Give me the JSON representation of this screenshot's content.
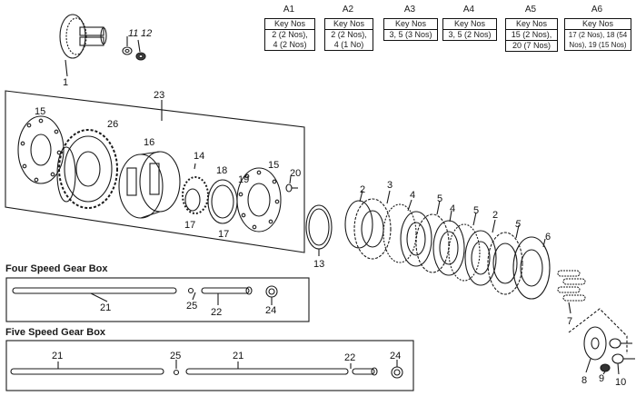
{
  "kit_codes": [
    {
      "code": "A1",
      "header": "Key Nos",
      "rows": [
        "2 (2 Nos),",
        "4 (2 Nos)"
      ]
    },
    {
      "code": "A2",
      "header": "Key Nos",
      "rows": [
        "2 (2 Nos),",
        "4 (1 No)"
      ]
    },
    {
      "code": "A3",
      "header": "Key Nos",
      "rows": [
        "3, 5 (3 Nos)"
      ]
    },
    {
      "code": "A4",
      "header": "Key Nos",
      "rows": [
        "3, 5 (2 Nos)"
      ]
    },
    {
      "code": "A5",
      "header": "Key Nos",
      "rows": [
        "15 (2 Nos),",
        "20 (7 Nos)"
      ]
    },
    {
      "code": "A6",
      "header": "Key Nos",
      "rows": [
        "17 (2 Nos), 18 (54",
        "Nos), 19 (15 Nos)"
      ]
    }
  ],
  "sections": {
    "four_speed": "Four Speed Gear Box",
    "five_speed": "Five Speed Gear Box"
  },
  "callouts": {
    "n1": "1",
    "n11": "11",
    "n12": "12",
    "n23": "23",
    "n15a": "15",
    "n26": "26",
    "n16": "16",
    "n14": "14",
    "n18": "18",
    "n19": "19",
    "n15b": "15",
    "n20": "20",
    "n17a": "17",
    "n17b": "17",
    "n13": "13",
    "n2a": "2",
    "n3": "3",
    "n4a": "4",
    "n5a": "5",
    "n4b": "4",
    "n5b": "5",
    "n2b": "2",
    "n5c": "5",
    "n6": "6",
    "n7": "7",
    "n21a": "21",
    "n25a": "25",
    "n22a": "22",
    "n24a": "24",
    "n21b": "21",
    "n25b": "25",
    "n21c": "21",
    "n22b": "22",
    "n24b": "24",
    "n8": "8",
    "n9": "9",
    "n10": "10"
  }
}
